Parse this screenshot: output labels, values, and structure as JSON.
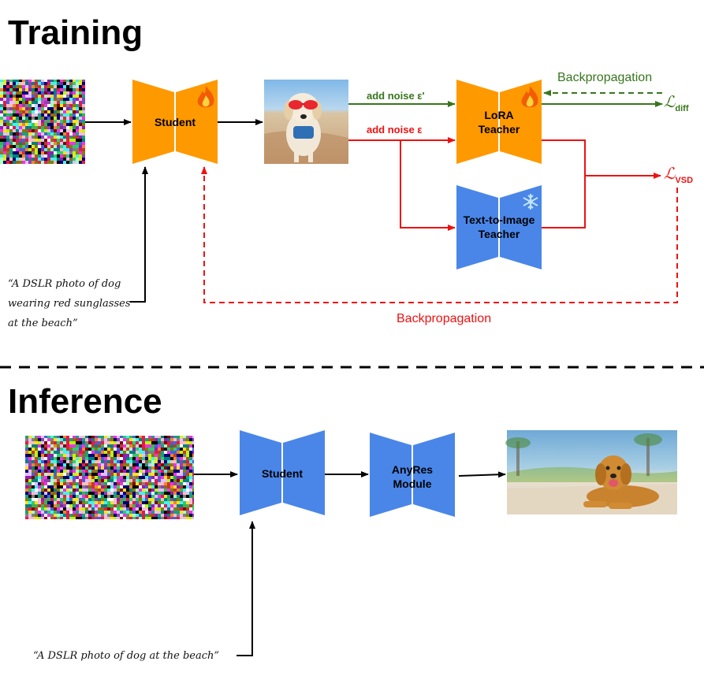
{
  "training": {
    "heading": "Training",
    "student_label": "Student",
    "lora_label": [
      "LoRA",
      "Teacher"
    ],
    "t2i_label": [
      "Text-to-Image",
      "Teacher"
    ],
    "noise_prime": "add noise ε'",
    "noise": "add noise ε",
    "backprop_top": "Backpropagation",
    "backprop_bottom": "Backpropagation",
    "loss_diff": {
      "symbol": "ℒ",
      "sub": "diff"
    },
    "loss_vsd": {
      "symbol": "ℒ",
      "sub": "VSD"
    },
    "prompt_lines": [
      "“A DSLR photo of dog",
      "wearing red sunglasses",
      "at the beach”"
    ]
  },
  "inference": {
    "heading": "Inference",
    "student_label": "Student",
    "anyres_label": [
      "AnyRes",
      "Module"
    ],
    "prompt": "“A DSLR photo of dog at the beach”"
  },
  "colors": {
    "orange": "#ff9900",
    "blue": "#4a86e8",
    "green": "#38761d",
    "red": "#ee1111",
    "black": "#000000"
  },
  "icons": [
    "fire-icon",
    "snowflake-icon",
    "noise-image",
    "dog-sunglasses-photo",
    "golden-retriever-beach-photo"
  ]
}
